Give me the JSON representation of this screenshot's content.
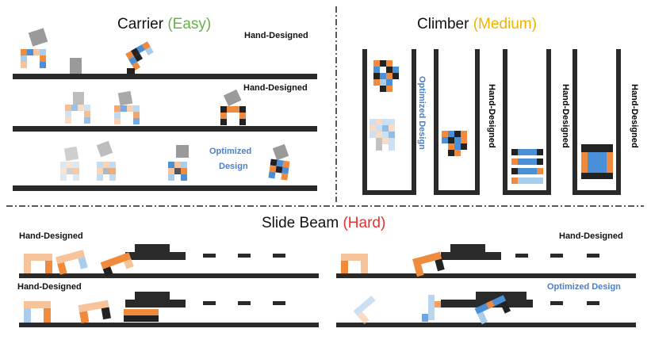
{
  "colors": {
    "ground": "#2a2a2a",
    "orange": "#f08a3c",
    "light_orange": "#f7c39a",
    "blue": "#4a90d9",
    "light_blue": "#a9cdea",
    "black_block": "#222222",
    "gray_box": "#9a9a9a",
    "easy": "#6ab04c",
    "medium": "#f0b400",
    "hard": "#e83030",
    "optimized_label": "#4a7fc9"
  },
  "carrier": {
    "title": "Carrier",
    "difficulty": "(Easy)",
    "row1_label": "Hand-Designed",
    "row2_label": "Hand-Designed",
    "row3_label_line1": "Optimized",
    "row3_label_line2": "Design"
  },
  "climber": {
    "title": "Climber",
    "difficulty": "(Medium)",
    "shaft1_label": "Optimized Design",
    "shaft2_label": "Hand-Designed",
    "shaft3_label": "Hand-Designed",
    "shaft4_label": "Hand-Designed"
  },
  "slide_beam": {
    "title": "Slide Beam",
    "difficulty": "(Hard)",
    "top_left_label": "Hand-Designed",
    "bottom_left_label": "Hand-Designed",
    "top_right_label": "Hand-Designed",
    "bottom_right_label": "Optimized Design"
  }
}
